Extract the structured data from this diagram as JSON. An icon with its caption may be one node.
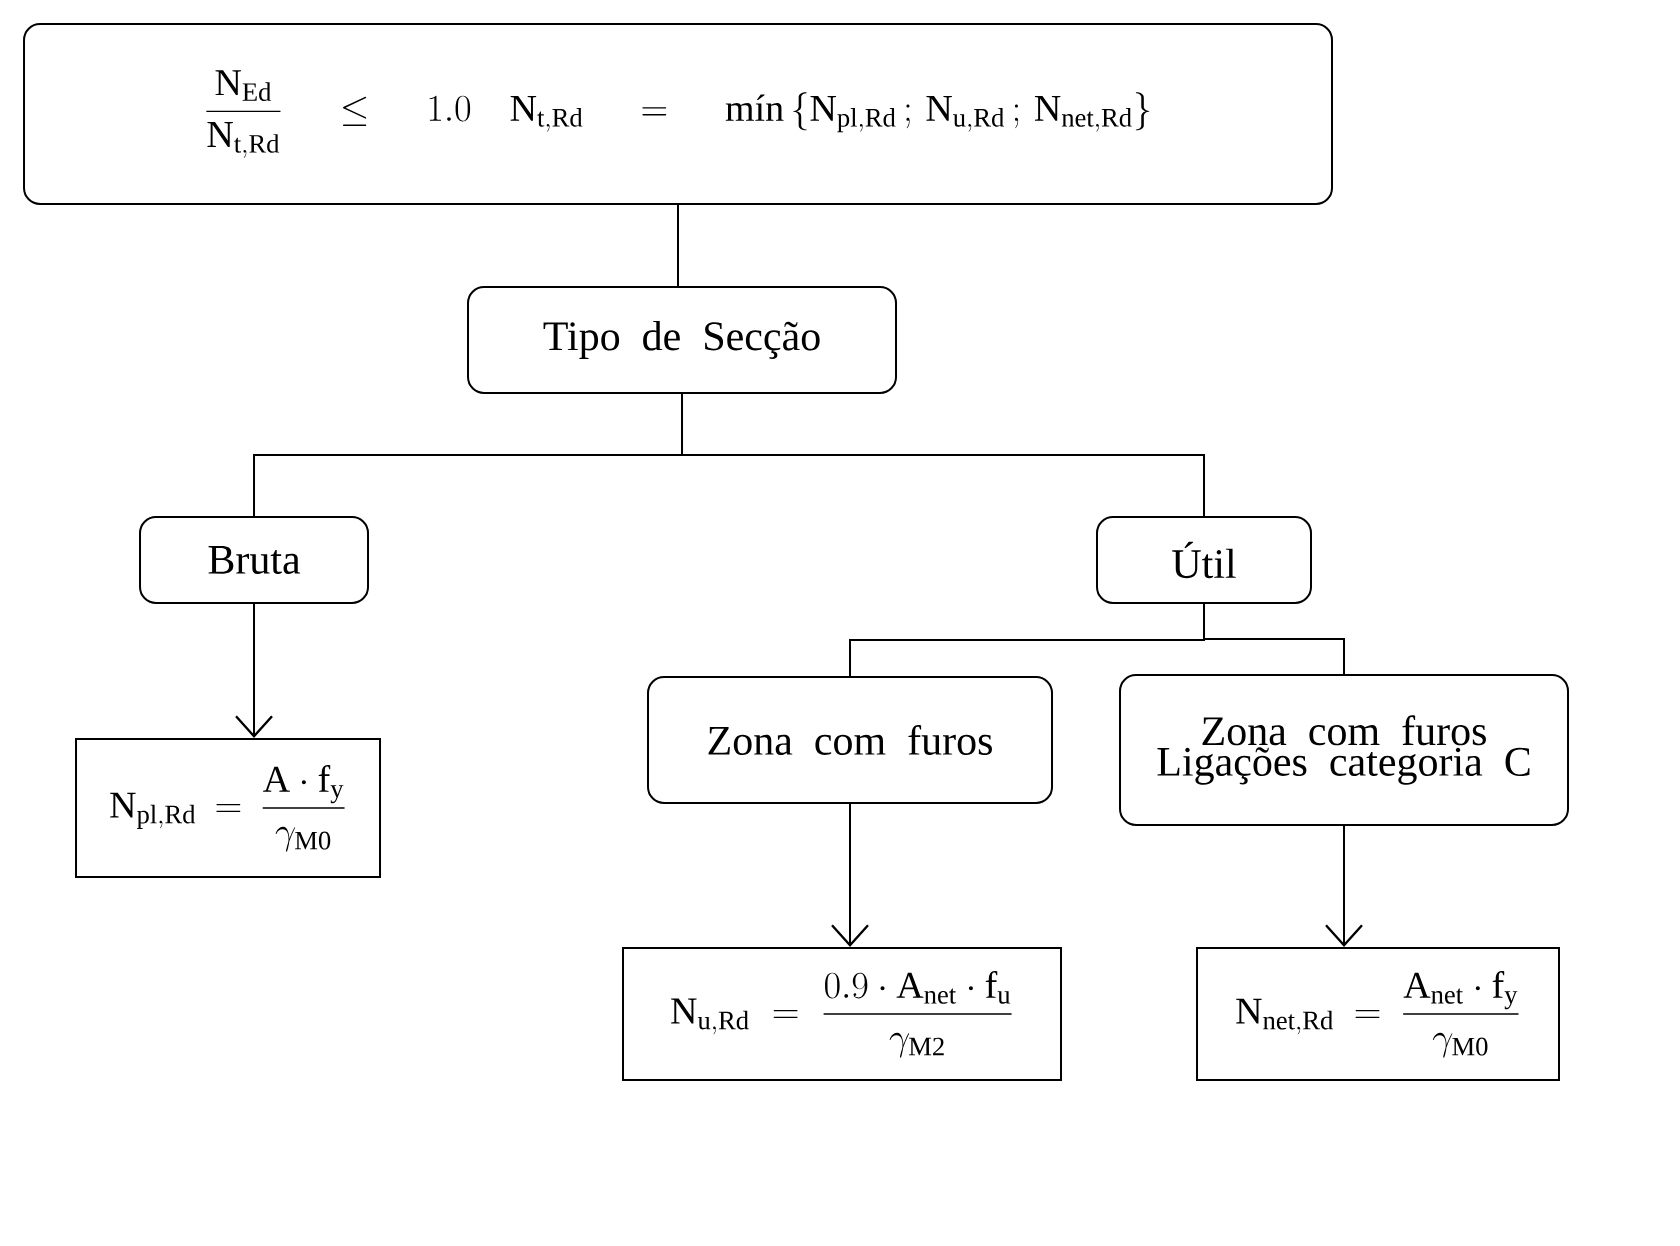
{
  "diagram": {
    "nodes": [
      {
        "text": [
          "\\frac{\\mathrm{N_{Ed}}}{\\mathrm{N_{t,Rd}}} \\leq 1.0 \\quad \\mathrm{N_{t,Rd}} = \\text{mín}\\left\\{\\mathrm{N_{pl,Rd}}\\,;\\,\\mathrm{N_{u,Rd}}\\,;\\,\\mathrm{N_{net,Rd}}\\right\\}"
        ]
      },
      {
        "text": [
          "Tipo de Secção"
        ]
      },
      {
        "text": [
          "Bruta"
        ]
      },
      {
        "text": [
          "Útil"
        ]
      },
      {
        "text": [
          "\\mathrm{N_{pl,Rd}} = \\frac{\\mathrm{A}\\cdot\\mathrm{f_y}}{\\gamma_{\\mathrm{M0}}}"
        ]
      },
      {
        "text": [
          "Zona com furos"
        ]
      },
      {
        "text": [
          "Zona com furos Ligações categoria C"
        ]
      },
      {
        "text": [
          "\\mathrm{N_{u,Rd}} = \\frac{0.9\\cdot\\mathrm{A_{net}}\\cdot\\mathrm{f_u}}{\\gamma_{\\mathrm{M2}}}"
        ]
      },
      {
        "text": [
          "\\mathrm{N_{net,Rd}} = \\frac{\\mathrm{A_{net}}\\cdot\\mathrm{f_y}}{\\gamma_{\\mathrm{M0}}}"
        ]
      }
    ],
    "edges": [
      {
        "from": 0,
        "to": 1,
        "arrow": "none"
      },
      {
        "from": 1,
        "to": 2,
        "arrow": "none"
      },
      {
        "from": 1,
        "to": 3,
        "arrow": "none"
      },
      {
        "from": 2,
        "to": 4,
        "arrow": "to"
      },
      {
        "from": 3,
        "to": 5,
        "arrow": "none"
      },
      {
        "from": 3,
        "to": 6,
        "arrow": "none"
      },
      {
        "from": 5,
        "to": 7,
        "arrow": "to"
      },
      {
        "from": 6,
        "to": 8,
        "arrow": "to"
      }
    ]
  }
}
